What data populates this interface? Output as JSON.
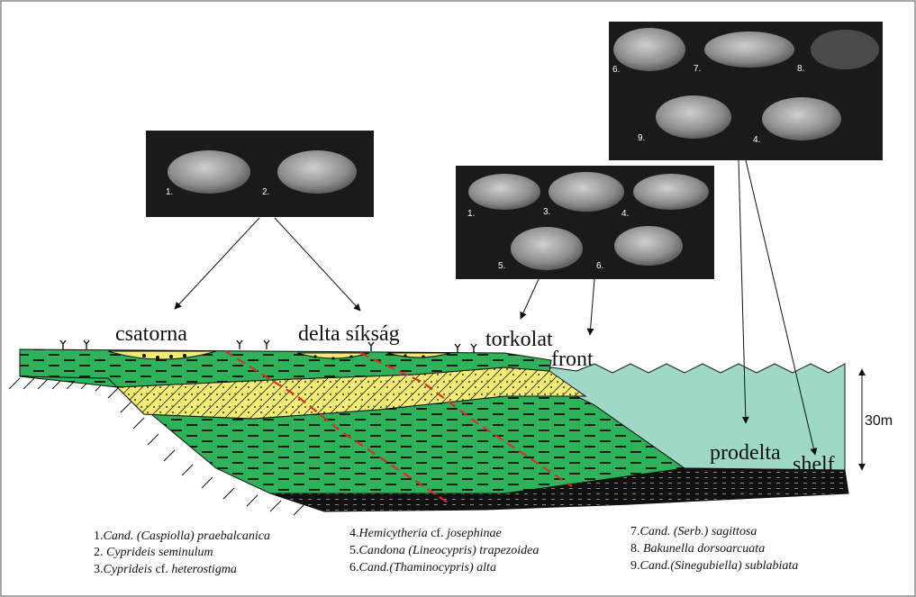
{
  "zones": {
    "channel": "csatorna",
    "delta_plain": "delta síkság",
    "mouth": "torkolat",
    "front": "front",
    "prodelta": "prodelta",
    "shelf": "shelf"
  },
  "scale": {
    "label": "30m"
  },
  "panels": {
    "channel_plain": {
      "specimens": [
        "1.",
        "2."
      ]
    },
    "mouth_front": {
      "specimens": [
        "1.",
        "3.",
        "4.",
        "5.",
        "6."
      ]
    },
    "prodelta_shelf": {
      "specimens": [
        "6.",
        "7.",
        "8.",
        "9.",
        "4."
      ]
    }
  },
  "legend": {
    "col1": [
      {
        "pre": "1.",
        "it": "Cand. (Caspiolla) praebalcanica",
        "mid": "",
        "it2": ""
      },
      {
        "pre": "2. ",
        "it": "Cyprideis seminulum",
        "mid": "",
        "it2": ""
      },
      {
        "pre": "3.",
        "it": "Cyprideis",
        "mid": " cf. ",
        "it2": "heterostigma"
      }
    ],
    "col2": [
      {
        "pre": "4.",
        "it": "Hemicytheria",
        "mid": " cf. ",
        "it2": "josephinae"
      },
      {
        "pre": "5.",
        "it": "Candona (Lineocypris) trapezoidea",
        "mid": "",
        "it2": ""
      },
      {
        "pre": "6.",
        "it": "Cand.(Thaminocypris) alta",
        "mid": "",
        "it2": ""
      }
    ],
    "col3": [
      {
        "pre": "7.",
        "it": "Cand. (Serb.) sagittosa",
        "mid": "",
        "it2": ""
      },
      {
        "pre": "8. ",
        "it": "Bakunella dorsoarcuata",
        "mid": "",
        "it2": ""
      },
      {
        "pre": "9.",
        "it": "Cand.(Sinegubiella) sublabiata",
        "mid": "",
        "it2": ""
      }
    ]
  }
}
